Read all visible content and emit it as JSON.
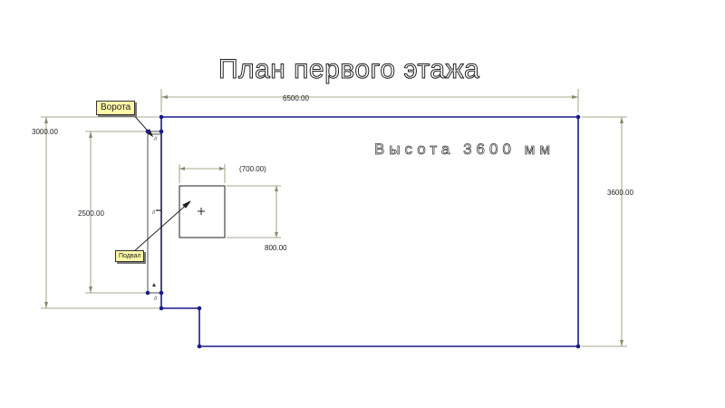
{
  "title": "План первого этажа",
  "height_note": "Высота 3600 мм",
  "dimensions": {
    "top_width": "6500.00",
    "left_height": "3000.00",
    "right_height": "3600.00",
    "opening_height": "2500.00",
    "window_width": "(700.00)",
    "window_height": "800.00"
  },
  "callouts": {
    "gate": "Ворота",
    "basement": "Подвал"
  },
  "colors": {
    "outline": "#1a1a8c",
    "dimension": "#8a8a6a",
    "ink": "#222222",
    "callout_fill": "#fff8a8"
  }
}
